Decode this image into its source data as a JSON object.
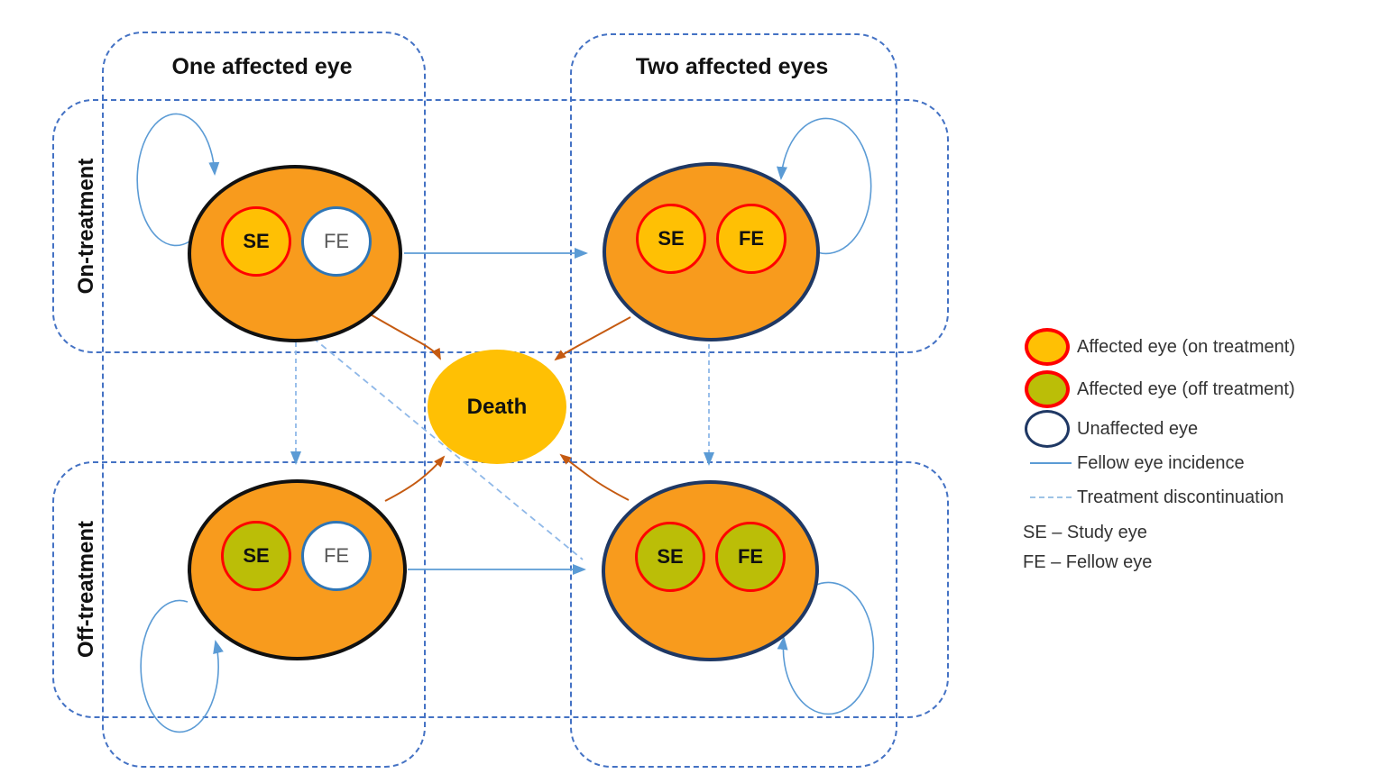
{
  "diagram": {
    "columns": [
      {
        "label": "One affected eye"
      },
      {
        "label": "Two affected eyes"
      }
    ],
    "rows": [
      {
        "label": "On-treatment"
      },
      {
        "label": "Off-treatment"
      }
    ],
    "states": [
      {
        "name": "One affected eye / On-treatment",
        "eyes": [
          {
            "label": "SE",
            "status": "affected-on-treatment"
          },
          {
            "label": "FE",
            "status": "unaffected"
          }
        ]
      },
      {
        "name": "Two affected eyes / On-treatment",
        "eyes": [
          {
            "label": "SE",
            "status": "affected-on-treatment"
          },
          {
            "label": "FE",
            "status": "affected-on-treatment"
          }
        ]
      },
      {
        "name": "One affected eye / Off-treatment",
        "eyes": [
          {
            "label": "SE",
            "status": "affected-off-treatment"
          },
          {
            "label": "FE",
            "status": "unaffected"
          }
        ]
      },
      {
        "name": "Two affected eyes / Off-treatment",
        "eyes": [
          {
            "label": "SE",
            "status": "affected-off-treatment"
          },
          {
            "label": "FE",
            "status": "affected-off-treatment"
          }
        ]
      }
    ],
    "death": {
      "label": "Death"
    },
    "transitions": [
      "fellow eye incidence: on-treatment one-eye to two-eyes",
      "fellow eye incidence: off-treatment one-eye to two-eyes",
      "treatment discontinuation: one-eye on-treatment to one-eye off-treatment",
      "treatment discontinuation: two-eyes on-treatment to two-eyes off-treatment",
      "combined: one-eye on-treatment to two-eyes off-treatment",
      "death from each state",
      "self-loop on each state"
    ]
  },
  "legend": {
    "items": [
      {
        "symbol": "affected-on-ellipse",
        "label": "Affected eye (on treatment)"
      },
      {
        "symbol": "affected-off-ellipse",
        "label": "Affected eye (off treatment)"
      },
      {
        "symbol": "unaffected-ellipse",
        "label": "Unaffected eye"
      },
      {
        "symbol": "solid-blue-line",
        "label": "Fellow eye incidence"
      },
      {
        "symbol": "dashed-blue-line",
        "label": "Treatment discontinuation"
      }
    ],
    "abbreviations": [
      {
        "label": "SE – Study eye"
      },
      {
        "label": "FE – Fellow eye"
      }
    ]
  },
  "colors": {
    "state_fill": "#F89B1D",
    "affected_on_fill": "#FFC004",
    "affected_off_fill": "#BBBE07",
    "affected_border": "#FF0000",
    "unaffected_border": "#2E75B6",
    "state_border_black": "#111111",
    "state_border_navy": "#1F3864",
    "death_fill": "#FFC004",
    "solid_arrow": "#5B9BD5",
    "dashed_arrow": "#8FB8E8",
    "box_dash": "#4472C4",
    "death_arrow": "#C55A11"
  }
}
